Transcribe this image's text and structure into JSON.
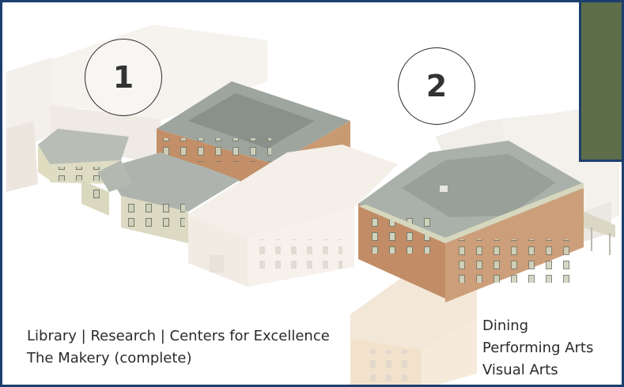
{
  "markers": [
    "1",
    "2"
  ],
  "captions": {
    "left": [
      "Library | Research | Centers for Excellence",
      "The Makery (complete)"
    ],
    "right": [
      "Dining",
      "Performing Arts",
      "Visual Arts"
    ]
  },
  "colors": {
    "frame": "#1d3f6e",
    "brick": "#c79a6e",
    "roof": "#a3aba4",
    "trim": "#d7d8b8",
    "ghost": "#ede9e4"
  }
}
